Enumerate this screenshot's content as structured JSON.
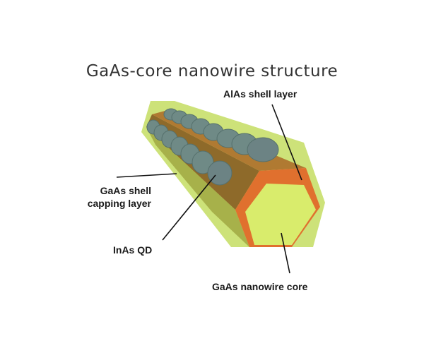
{
  "title": "GaAs-core nanowire structure",
  "labels": {
    "alas_shell": "AlAs shell layer",
    "gaas_shell_line1": "GaAs shell",
    "gaas_shell_line2": "capping layer",
    "inas_qd": "InAs QD",
    "gaas_core": "GaAs nanowire core"
  },
  "colors": {
    "capping": "#c8df6a",
    "alas": "#e0702e",
    "core": "#d9ec6c",
    "top_face": "#b07a32",
    "side_face": "#8e6a2a",
    "qd": "#6f8a86"
  }
}
